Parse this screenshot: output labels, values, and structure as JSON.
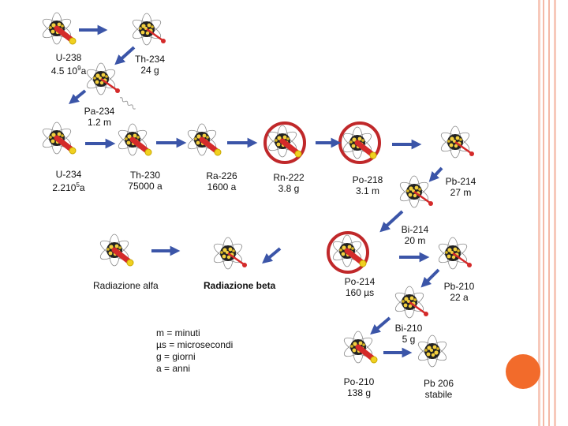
{
  "nuclides": [
    {
      "name": "U-238",
      "halflife": "4.5 10",
      "sup": "9",
      "suffix": "a"
    },
    {
      "name": "Th-234",
      "halflife": "24 g"
    },
    {
      "name": "Pa-234",
      "halflife": "1.2 m"
    },
    {
      "name": "U-234",
      "halflife": "2.210",
      "sup": "5",
      "suffix": "a"
    },
    {
      "name": "Th-230",
      "halflife": "75000 a"
    },
    {
      "name": "Ra-226",
      "halflife": "1600 a"
    },
    {
      "name": "Rn-222",
      "halflife": "3.8 g"
    },
    {
      "name": "Po-218",
      "halflife": "3.1 m"
    },
    {
      "name": "Pb-214",
      "halflife": "27 m"
    },
    {
      "name": "Bi-214",
      "halflife": "20 m"
    },
    {
      "name": "Po-214",
      "halflife": "160 µs"
    },
    {
      "name": "Pb-210",
      "halflife": "22 a"
    },
    {
      "name": "Bi-210",
      "halflife": "5 g"
    },
    {
      "name": "Po-210",
      "halflife": "138 g"
    },
    {
      "name": "Pb 206",
      "halflife": "stabile"
    }
  ],
  "legend": {
    "alpha": "Radiazione alfa",
    "beta": "Radiazione beta"
  },
  "key": [
    "m = minuti",
    "µs = microsecondi",
    "g = giorni",
    "a = anni"
  ],
  "colors": {
    "arrow": "#3b55a8",
    "alpha_ray": "#e8d21a",
    "beta_ray": "#d42a2a",
    "highlight_ring": "#c0282a",
    "accent_dot": "#f26b2b",
    "border_stripe": "#f4b9a7"
  }
}
